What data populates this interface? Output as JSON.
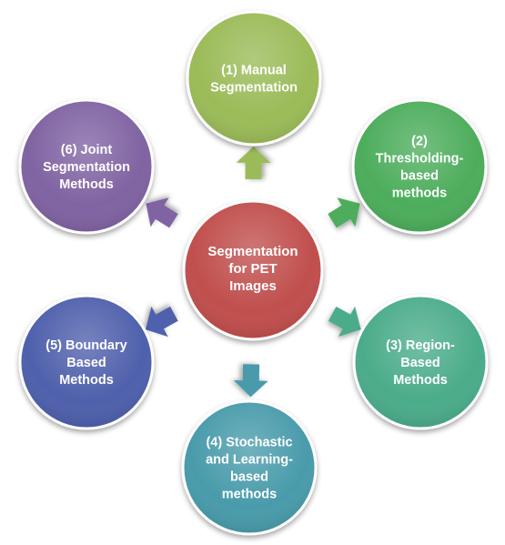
{
  "diagram": {
    "center": {
      "lines": [
        "Segmentation",
        "for PET",
        "Images"
      ],
      "color": "#c0504d"
    },
    "nodes": [
      {
        "id": "manual",
        "lines": [
          "(1) Manual",
          "Segmentation"
        ],
        "color": "#9bbb59"
      },
      {
        "id": "thresholding",
        "lines": [
          "(2)",
          "Thresholding-",
          "based",
          "methods"
        ],
        "color": "#4ead5b"
      },
      {
        "id": "region",
        "lines": [
          "(3) Region-",
          "Based",
          "Methods"
        ],
        "color": "#4bac8a"
      },
      {
        "id": "stochastic",
        "lines": [
          "(4) Stochastic",
          "and Learning-",
          "based",
          "methods"
        ],
        "color": "#4a9bab"
      },
      {
        "id": "boundary",
        "lines": [
          "(5) Boundary",
          "Based",
          "Methods"
        ],
        "color": "#4f61ac"
      },
      {
        "id": "joint",
        "lines": [
          "(6) Joint",
          "Segmentation",
          "Methods"
        ],
        "color": "#8064a2"
      }
    ],
    "arrow_colors": [
      "#9bbb59",
      "#4ead5b",
      "#4bac8a",
      "#4a9bab",
      "#4f61ac",
      "#8064a2"
    ]
  }
}
